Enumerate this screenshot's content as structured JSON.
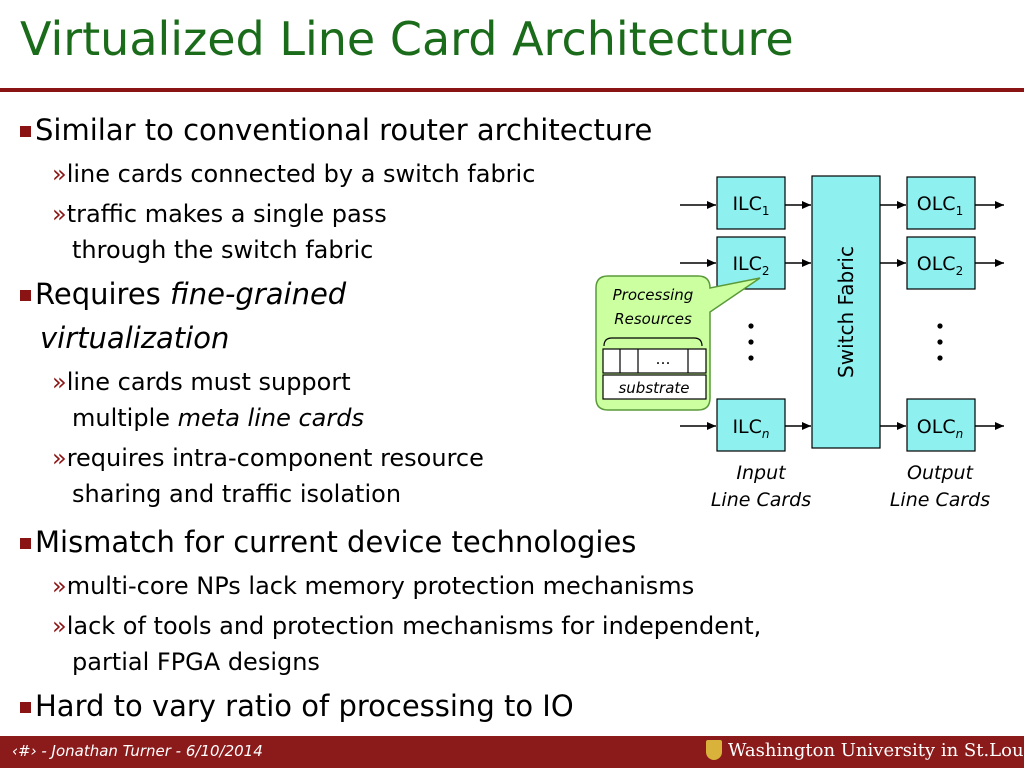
{
  "slide": {
    "title": "Virtualized Line Card Architecture",
    "bullets": {
      "b1": "Similar to conventional router architecture",
      "b1a": "line cards connected by a switch fabric",
      "b1b_1": "traffic makes a single pass",
      "b1b_2": "through the switch fabric",
      "b2_pre": "Requires ",
      "b2_it1": "fine-grained",
      "b2_it2": "virtualization",
      "b2a_1": "line cards must support",
      "b2a_2_pre": "multiple ",
      "b2a_2_it": "meta line cards",
      "b2b_1": "requires intra-component resource",
      "b2b_2": "sharing and traffic isolation",
      "b3": "Mismatch for current device technologies",
      "b3a": "multi-core NPs lack memory protection mechanisms",
      "b3b_1": "lack of tools and protection mechanisms for independent,",
      "b3b_2": "partial FPGA designs",
      "b4": "Hard to vary ratio of processing to IO"
    },
    "sub_marker": "»"
  },
  "diagram": {
    "ilc_label": "ILC",
    "olc_label": "OLC",
    "sub1": "1",
    "sub2": "2",
    "subn": "n",
    "switch_label": "Switch Fabric",
    "ellipsis": "…",
    "callout_line1": "Processing",
    "callout_line2": "Resources",
    "substrate_label": "substrate",
    "input_caption_1": "Input",
    "input_caption_2": "Line Cards",
    "output_caption_1": "Output",
    "output_caption_2": "Line Cards"
  },
  "footer": {
    "text": "‹#› - Jonathan Turner - 6/10/2014",
    "logo_text": "Washington University in St.Louis"
  },
  "colors": {
    "title": "#1a6b1a",
    "accent": "#8a1414",
    "box_fill": "#8ff0f0",
    "callout_fill": "#ccffa0"
  }
}
